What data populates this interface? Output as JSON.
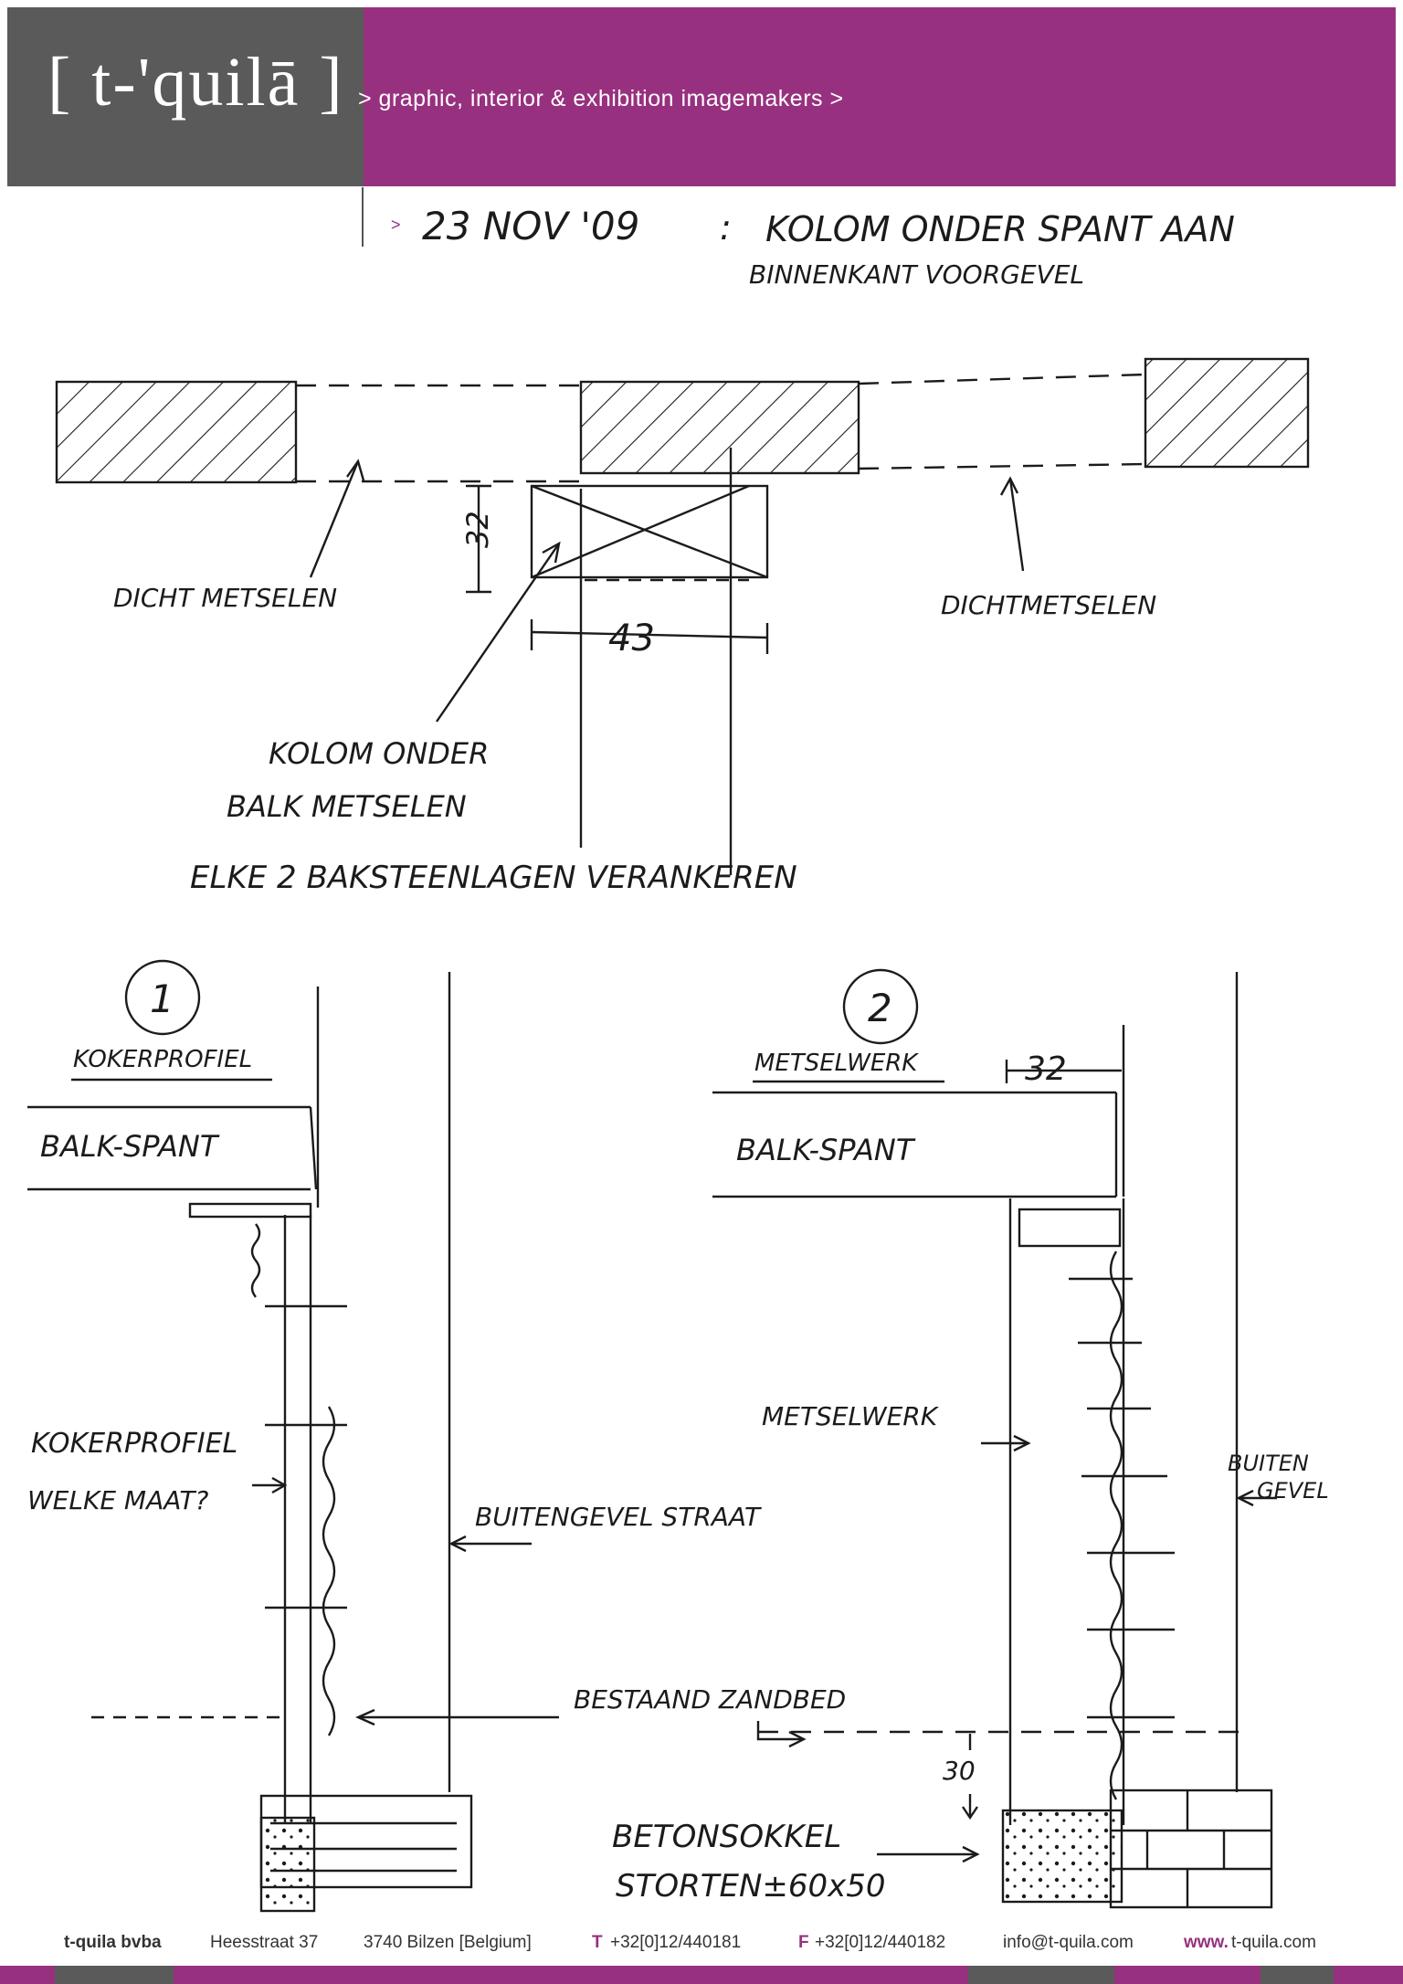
{
  "header": {
    "logo_text": "[ t-'quilā ]",
    "tagline": "> graphic, interior & exhibition imagemakers >",
    "brand_purple": "#97317f",
    "brand_gray": "#5a5a5a"
  },
  "note": {
    "bullet": ">",
    "date": "23 NOV '09",
    "separator": ":",
    "title_line1": "KOLOM ONDER SPANT AAN",
    "title_line2": "BINNENKANT VOORGEVEL"
  },
  "plan": {
    "left_label": "DICHT METSELEN",
    "right_label": "DICHTMETSELEN",
    "dim_height": "32",
    "dim_width": "43",
    "column_label_line1": "KOLOM ONDER",
    "column_label_line2": "BALK METSELEN",
    "anchor_note": "ELKE 2 BAKSTEENLAGEN VERANKEREN"
  },
  "section1": {
    "number": "1",
    "heading": "KOKERPROFIEL",
    "beam_label": "BALK-SPANT",
    "profile_label": "KOKERPROFIEL",
    "profile_question": "WELKE MAAT?",
    "facade_label": "BUITENGEVEL STRAAT"
  },
  "section2": {
    "number": "2",
    "heading": "METSELWERK",
    "dim_width": "32",
    "beam_label": "BALK-SPANT",
    "masonry_label": "METSELWERK",
    "facade_label_line1": "BUITEN",
    "facade_label_line2": "GEVEL"
  },
  "shared": {
    "sandbed_label": "BESTAAND ZANDBED",
    "dim_depth": "30",
    "plinth_line1": "BETONSOKKEL",
    "plinth_line2": "STORTEN±60x50"
  },
  "footer": {
    "company": "t-quila bvba",
    "street": "Heesstraat 37",
    "city": "3740 Bilzen [Belgium]",
    "tel_prefix": "T",
    "tel": "+32[0]12/440181",
    "fax_prefix": "F",
    "fax": "+32[0]12/440182",
    "email": "info@t-quila.com",
    "web_prefix": "www.",
    "web_rest": "t-quila.com"
  }
}
